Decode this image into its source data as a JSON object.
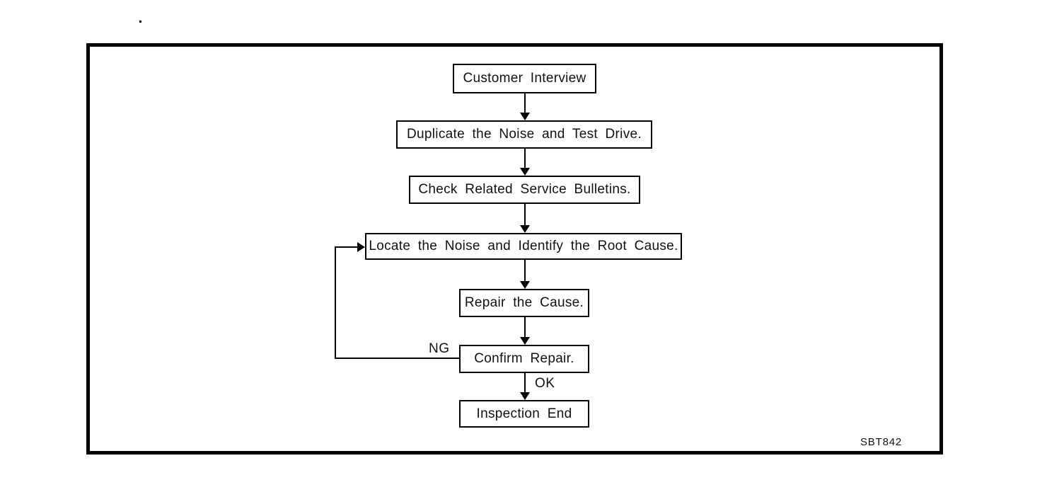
{
  "figure": {
    "code": "SBT842",
    "background_color": "#ffffff",
    "line_color": "#000000"
  },
  "flowchart": {
    "nodes": [
      {
        "id": "customer-interview",
        "label": "Customer Interview"
      },
      {
        "id": "duplicate-noise-test-drive",
        "label": "Duplicate the Noise and Test Drive."
      },
      {
        "id": "check-service-bulletins",
        "label": "Check Related Service Bulletins."
      },
      {
        "id": "locate-noise-root-cause",
        "label": "Locate the Noise and Identify the Root Cause."
      },
      {
        "id": "repair-cause",
        "label": "Repair the Cause."
      },
      {
        "id": "confirm-repair",
        "label": "Confirm Repair."
      },
      {
        "id": "inspection-end",
        "label": "Inspection End"
      }
    ],
    "edges": [
      {
        "from": "customer-interview",
        "to": "duplicate-noise-test-drive",
        "label": ""
      },
      {
        "from": "duplicate-noise-test-drive",
        "to": "check-service-bulletins",
        "label": ""
      },
      {
        "from": "check-service-bulletins",
        "to": "locate-noise-root-cause",
        "label": ""
      },
      {
        "from": "locate-noise-root-cause",
        "to": "repair-cause",
        "label": ""
      },
      {
        "from": "repair-cause",
        "to": "confirm-repair",
        "label": ""
      },
      {
        "from": "confirm-repair",
        "to": "inspection-end",
        "label": "OK"
      },
      {
        "from": "confirm-repair",
        "to": "locate-noise-root-cause",
        "label": "NG"
      }
    ]
  }
}
